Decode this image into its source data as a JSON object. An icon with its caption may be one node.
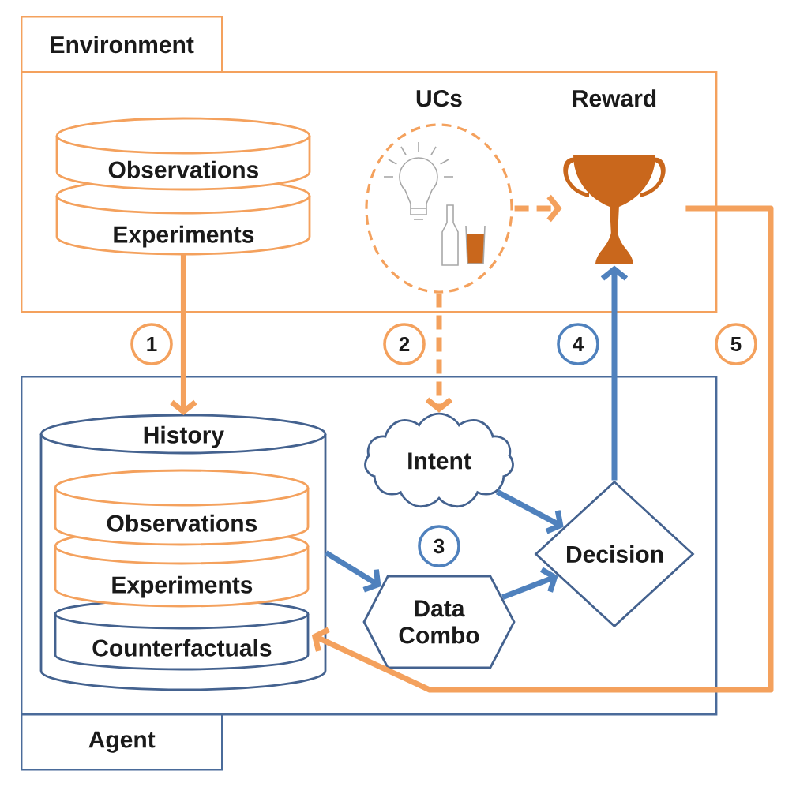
{
  "diagram": {
    "nodes": [
      {
        "text": [
          "Environment"
        ]
      },
      {
        "text": [
          "Observations"
        ],
        "in": 0
      },
      {
        "text": [
          "Experiments"
        ],
        "in": 0
      },
      {
        "text": [
          "UCs"
        ],
        "in": 0
      },
      {
        "text": [
          "Reward"
        ],
        "in": 0
      },
      {
        "text": [
          "Agent"
        ]
      },
      {
        "text": [
          "History"
        ],
        "in": 5
      },
      {
        "text": [
          "Observations"
        ],
        "in": 6
      },
      {
        "text": [
          "Experiments"
        ],
        "in": 6
      },
      {
        "text": [
          "Counterfactuals"
        ],
        "in": 6
      },
      {
        "text": [
          "Intent"
        ],
        "in": 5
      },
      {
        "text": [
          "Data Combo"
        ],
        "in": 5
      },
      {
        "text": [
          "Decision"
        ],
        "in": 5
      }
    ],
    "edges": [
      {
        "from": 2,
        "to": 6,
        "arrow": "to",
        "label": "1",
        "color": "#f4a15d"
      },
      {
        "from": 3,
        "to": 10,
        "arrow": "to",
        "label": "2",
        "style": "dashed",
        "color": "#f4a15d"
      },
      {
        "from": 3,
        "to": 4,
        "arrow": "to",
        "style": "dashed",
        "color": "#f4a15d"
      },
      {
        "from": 12,
        "to": 4,
        "arrow": "to",
        "label": "4",
        "color": "#4f81bd"
      },
      {
        "from": 4,
        "to": 9,
        "arrow": "to",
        "label": "5",
        "color": "#f4a15d"
      },
      {
        "from": 6,
        "to": 11,
        "arrow": "to",
        "color": "#4f81bd"
      },
      {
        "from": 10,
        "to": 12,
        "arrow": "to",
        "color": "#4f81bd"
      },
      {
        "from": 11,
        "to": 12,
        "arrow": "to",
        "color": "#4f81bd"
      }
    ],
    "labels": [
      "3"
    ]
  }
}
